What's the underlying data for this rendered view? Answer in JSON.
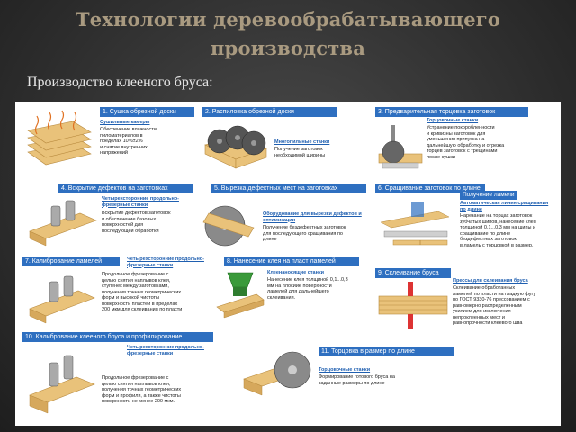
{
  "slide": {
    "title_line1": "Технологии деревообрабатывающего",
    "title_line2": "производства",
    "subtitle": "Производство клееного бруса:"
  },
  "colors": {
    "header_blue": "#2e6fc0",
    "subtitle_blue": "#1f5fb0",
    "title_color": "#a99a80",
    "wood": "#e9c27a"
  },
  "steps": [
    {
      "header": "1. Сушка обрезной доски",
      "sub": "Сушильные камеры",
      "desc": [
        "Обеспечение влажности",
        "пиломатериалов в",
        "пределах 10%±2%",
        "и снятие внутренних",
        "напряжений"
      ]
    },
    {
      "header": "2. Распиловка обрезной доски",
      "sub": "Многопильные станки",
      "desc": [
        "Получение заготовок",
        "необходимой ширины"
      ]
    },
    {
      "header": "3. Предварительная торцовка заготовок",
      "sub": "Торцовочные станки",
      "desc": [
        "Устранение покоробленности",
        "и кривизны заготовок для",
        "уменьшения припуска на",
        "дальнейшую обработку и отрезка",
        "торцев заготовок с трещинами",
        "после сушки"
      ]
    },
    {
      "header": "4. Вскрытие дефектов на заготовках",
      "sub": "Четырехсторонние продольно-фрезерные станки",
      "desc": [
        "Вскрытие дефектов заготовок",
        "и обеспечение базовых",
        "поверхностей для",
        "последующей обработки"
      ]
    },
    {
      "header": "5. Вырезка дефектных мест на заготовках",
      "sub": "Оборудование для вырезки дефектов и оптимизации",
      "desc": [
        "Получение бездефектных заготовок",
        "для последующего сращивания по",
        "длине"
      ]
    },
    {
      "header": "6. Сращивание заготовок по длине",
      "box": "Получение ламели",
      "sub": "Автоматическая линия сращивания по длине",
      "desc": [
        "Нарезание на торцах заготовок",
        "зубчатых шипов, нанесение клея",
        "толщиной 0,1...0,3 мм на шипы и",
        "сращивание по длине",
        "бездефектных заготовок",
        "в ламель с торцовкой в размер."
      ]
    },
    {
      "header": "7. Калибрование ламелей",
      "sub": "Четырехсторонние продольно-фрезерные станки",
      "desc": [
        "Продольное фрезерование с",
        "целью снятия наплывов клея,",
        "ступенек между заготовками,",
        "получения точных геометрических",
        "форм и высокой чистоты",
        "поверхности пластей в пределах",
        "200 мкм для склеивания по пласти"
      ]
    },
    {
      "header": "8. Нанесение клея на пласт ламелей",
      "sub": "Клеенаносящие станки",
      "desc": [
        "Нанесение клея толщиной 0,1...0,3",
        "мм на плосиие поверхности",
        "ламелей для дальнейшего",
        "склеивания."
      ]
    },
    {
      "header": "9. Склеивание бруса",
      "sub": "Прессы для склеивания бруса",
      "desc": [
        "Склеивание обработанных",
        "ламелей по пласти на гладкую фугу",
        "по ГОСТ 9330-76 прессованием с",
        "равномерно распределенным",
        "усилием для исключения",
        "непрoклеенных мест и",
        "равнопрочности клеевого шва"
      ]
    },
    {
      "header": "10. Калибрование клееного бруса и профилирование",
      "sub": "Четырехсторонние продольно-фрезерные станки",
      "desc": [
        "Продольное фрезерование с",
        "целью снятия наплывов клея,",
        "получения точных геометрических",
        "форм и профиля, а также чистоты",
        "поверхности не менее 200 мкм."
      ]
    },
    {
      "header": "11. Торцовка в размер по длине",
      "sub": "Торцовочные станки",
      "desc": [
        "Формирование готового бруса на",
        "заданные размеры по длине"
      ]
    }
  ]
}
